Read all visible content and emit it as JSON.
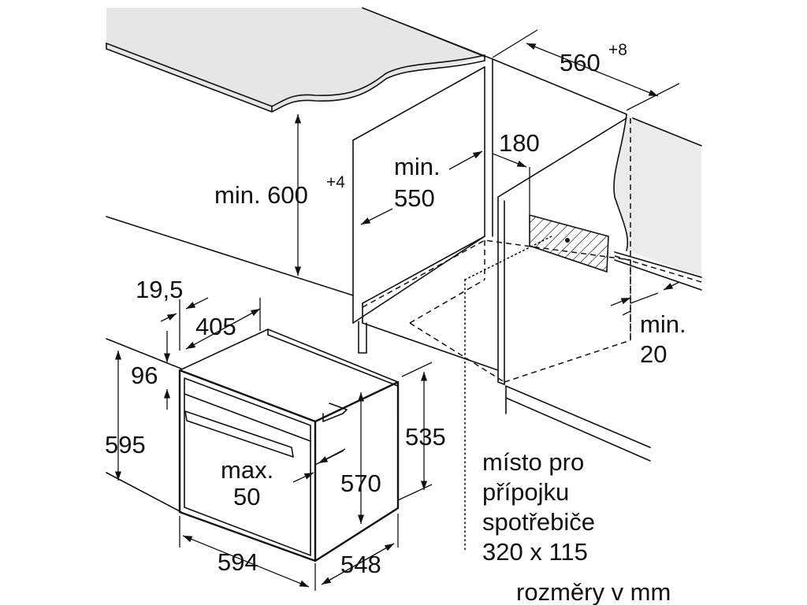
{
  "labels": {
    "width_niche": "560",
    "width_niche_tol": "+8",
    "depth_top": "180",
    "min_depth_prefix": "min.",
    "min_depth_value": "550",
    "min_height_prefix": "min. 600",
    "min_height_tol": "+4",
    "dim_19_5": "19,5",
    "dim_405": "405",
    "dim_96": "96",
    "dim_595": "595",
    "dim_535": "535",
    "dim_570": "570",
    "max_prefix": "max.",
    "max_value": "50",
    "dim_594": "594",
    "dim_548": "548",
    "min20_prefix": "min.",
    "min20_value": "20",
    "connection_line1": "místo pro",
    "connection_line2": "přípojku",
    "connection_line3": "spotřebiče",
    "connection_line4": "320 x 115",
    "units_note": "rozměry v mm"
  },
  "colors": {
    "countertop_fill": "#e6e6e6",
    "wall_fill": "#ebebeb",
    "line": "#111111"
  }
}
